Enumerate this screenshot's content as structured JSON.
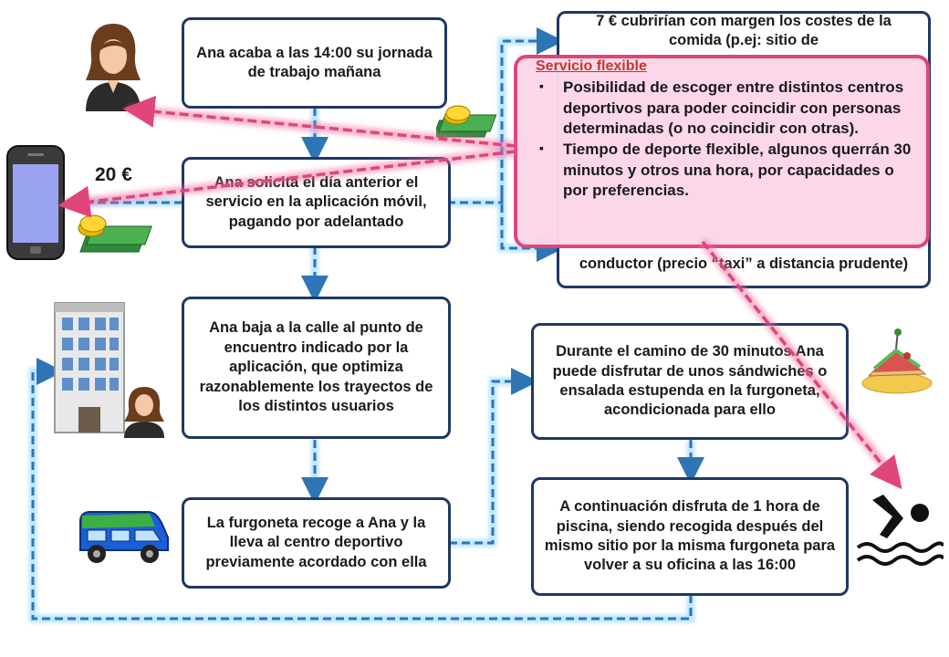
{
  "boxes": {
    "b1": "Ana acaba a las 14:00 su jornada de trabajo mañana",
    "b2": "Ana solicita el día anterior el servicio en la aplicación móvil, pagando por adelantado",
    "b3": "Ana baja a la calle al punto de encuentro indicado por la aplicación, que optimiza razonablemente los trayectos de los distintos usuarios",
    "b4": "La furgoneta recoge a Ana y la lleva al centro deportivo previamente acordado con ella",
    "r1": "7 € cubrirían con margen los costes de la comida (p.ej: sitio de",
    "r1b": "conductor (precio “taxi” a distancia prudente)",
    "r2": "Durante el camino de 30 minutos Ana puede disfrutar de unos sándwiches o ensalada estupenda en la furgoneta, acondicionada para ello",
    "r3": "A continuación disfruta de 1 hora de piscina, siendo recogida después del mismo sitio por la misma furgoneta para volver a su oficina a las 16:00"
  },
  "price": "20 €",
  "callout": {
    "title": "Servicio flexible",
    "items": [
      "Posibilidad de escoger entre distintos centros deportivos para poder coincidir con personas determinadas (o no coincidir con otras).",
      "Tiempo de deporte flexible, algunos querrán 30 minutos y otros una hora, por capacidades o por preferencias."
    ]
  },
  "icons": [
    "woman-icon",
    "phone-icon",
    "money-icon",
    "building-icon",
    "van-icon",
    "sandwich-icon",
    "swimmer-icon"
  ],
  "colors": {
    "box_border": "#1f3864",
    "connector": "#2e75b6",
    "connector_glow": "#8fd3ff",
    "highlight": "#e0457b"
  }
}
